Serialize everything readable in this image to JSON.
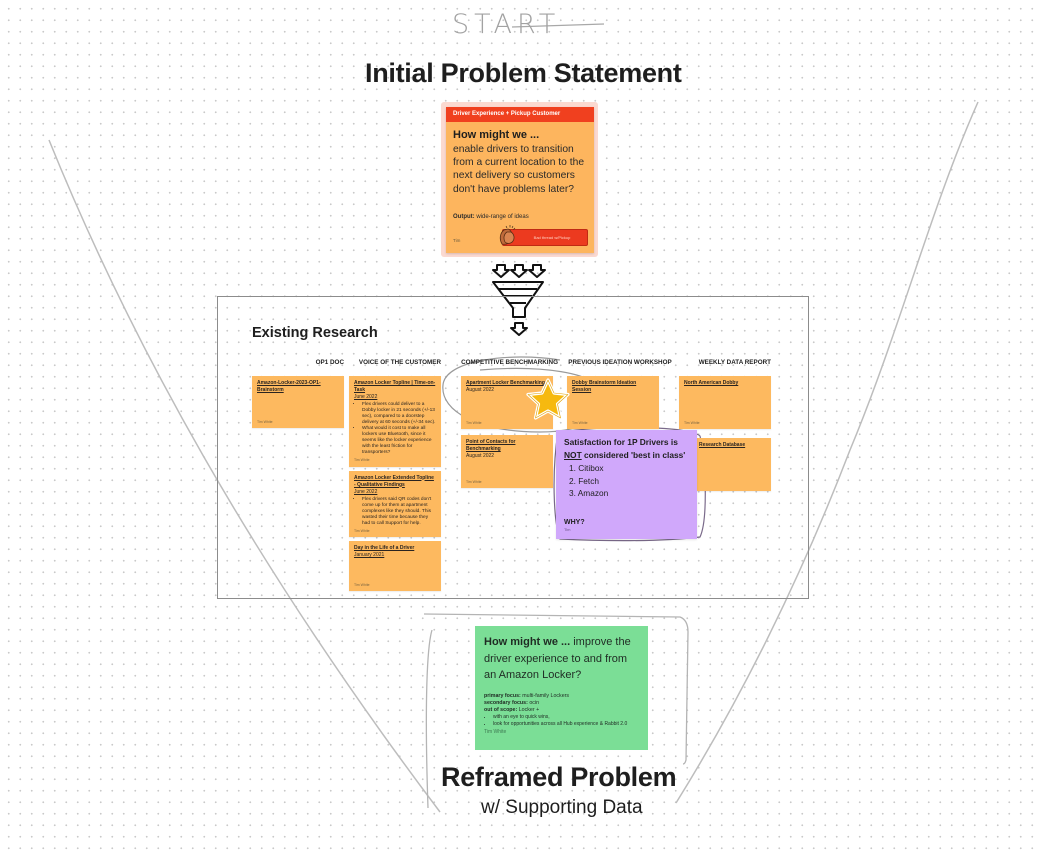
{
  "canvas": {
    "start_label": "START",
    "initial_title": "Initial Problem Statement",
    "reframed_title": "Reframed Problem",
    "reframed_subtitle": "w/ Supporting Data"
  },
  "initial_card": {
    "header": "Driver Experience + Pickup Customer",
    "hmw_prefix": "How might we ...",
    "body": "enable drivers to transition from a current location to the next delivery so customers don't have problems later?",
    "output_label": "Output:",
    "output_value": "wide-range of ideas",
    "author": "Tim",
    "button_label": "Bad thread w/Pickup",
    "header_color": "#f0401f",
    "card_color": "#fdb55e",
    "icon": "clapping-hands-icon"
  },
  "funnel": {
    "icon": "funnel-filter-icon"
  },
  "research": {
    "title": "Existing Research",
    "columns": [
      {
        "label": "OP1 DOC"
      },
      {
        "label": "VOICE OF THE CUSTOMER"
      },
      {
        "label": "COMPETITIVE BENCHMARKING"
      },
      {
        "label": "PREVIOUS IDEATION WORKSHOP"
      },
      {
        "label": "WEEKLY DATA REPORT"
      }
    ],
    "notes": {
      "op1": {
        "title": "Amazon-Locker-2023-OP1-Brainstorm",
        "author": "Tim White"
      },
      "voc1": {
        "title": "Amazon Locker Topline | Time-on-Task",
        "date": "June 2022",
        "bullets": [
          "Flex drivers could deliver to a Dobby locker in 21 seconds (+/-13 sec), compared to a doorstep delivery at 60 seconds (+/-34 sec).",
          "What would it cost to make all lockers use Bluetooth, since it seems like the locker experience with the least friction for transporters?"
        ],
        "author": "Tim White"
      },
      "voc2": {
        "title": "Amazon Locker Extended Topline - Qualitative Findings",
        "date": "June 2022",
        "bullets": [
          "Flex drivers said QR codes don't come up for them at apartment complexes like they should. This wasted their time because they had to call Support for help."
        ],
        "author": "Tim White"
      },
      "voc3": {
        "title": "Day in the Life of a Driver",
        "date": "January 2021",
        "author": "Tim White"
      },
      "comp1": {
        "title": "Apartment Locker Benchmarking",
        "date": "August 2022",
        "author": "Tim White"
      },
      "comp2": {
        "title": "Point of Contacts for Benchmarking",
        "date": "August 2022",
        "author": "Tim White"
      },
      "ideation": {
        "title": "Dobby Brainstorm Ideation Session",
        "author": "Tim White"
      },
      "weekly1": {
        "title": "North American Dobby",
        "author": "Tim White"
      },
      "weekly2": {
        "title": "Research Database"
      }
    },
    "star_icon": "star-icon"
  },
  "insight": {
    "title_line1": "Satisfaction for 1P Drivers is",
    "title_not": "NOT",
    "title_rest": " considered 'best in class'",
    "items": [
      "1.  Citibox",
      "2.  Fetch",
      "3.  Amazon"
    ],
    "why": "WHY?",
    "author": "Tim",
    "color": "#d0a8fb"
  },
  "reframed_card": {
    "hmw_prefix": "How might we ...",
    "hmw_body": " improve the driver experience to and from an Amazon Locker?",
    "primary_label": "primary focus:",
    "primary_value": " multi-family Lockers",
    "secondary_label": "secondary focus:",
    "secondary_value": " ocin",
    "scope_label": "out of scope:",
    "scope_value": " Locker +",
    "bullets": [
      "with an eye to quick wins,",
      "look for opportunities across all Hub experience & Rabbit 2.0"
    ],
    "author": "Tim White",
    "color": "#7bde96"
  }
}
